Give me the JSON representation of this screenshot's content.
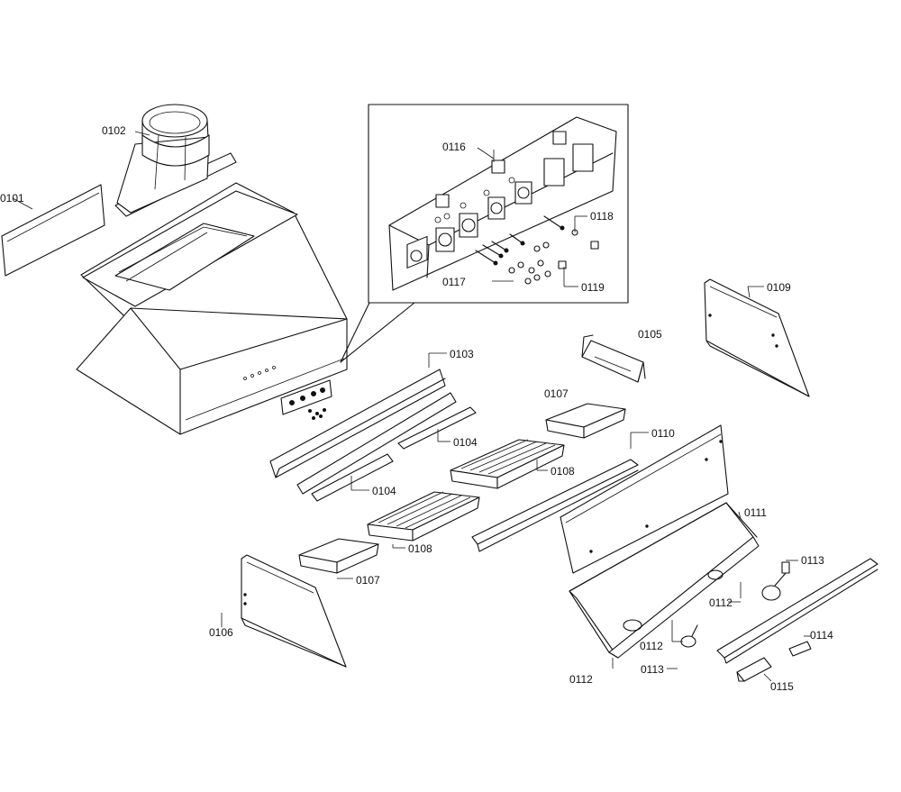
{
  "labels": {
    "p0101": "0101",
    "p0102": "0102",
    "p0103": "0103",
    "p0104a": "0104",
    "p0104b": "0104",
    "p0105": "0105",
    "p0106": "0106",
    "p0107a": "0107",
    "p0107b": "0107",
    "p0108a": "0108",
    "p0108b": "0108",
    "p0109": "0109",
    "p0110": "0110",
    "p0111": "0111",
    "p0112a": "0112",
    "p0112b": "0112",
    "p0112c": "0112",
    "p0113a": "0113",
    "p0113b": "0113",
    "p0114": "0114",
    "p0115": "0115",
    "p0116": "0116",
    "p0117": "0117",
    "p0118": "0118",
    "p0119": "0119"
  }
}
